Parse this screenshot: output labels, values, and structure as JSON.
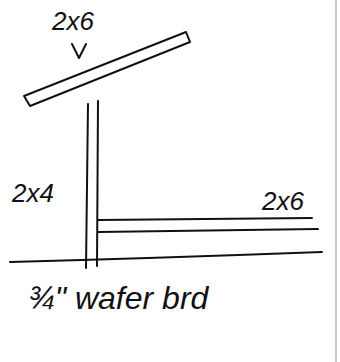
{
  "diagram": {
    "labels": [
      "2x6",
      "2x4",
      "2x6",
      "¾\" wafer brd"
    ]
  }
}
